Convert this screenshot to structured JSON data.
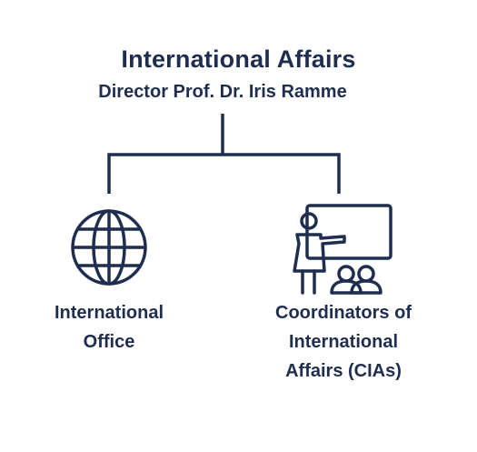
{
  "org_chart": {
    "title": "International Affairs",
    "subtitle": "Director Prof. Dr. Iris Ramme",
    "color": "#1f2d4f",
    "children": [
      {
        "icon": "globe-icon",
        "label_lines": [
          "International",
          "Office"
        ]
      },
      {
        "icon": "teacher-presentation-icon",
        "label_lines": [
          "Coordinators of",
          "International",
          "Affairs (CIAs)"
        ]
      }
    ]
  }
}
